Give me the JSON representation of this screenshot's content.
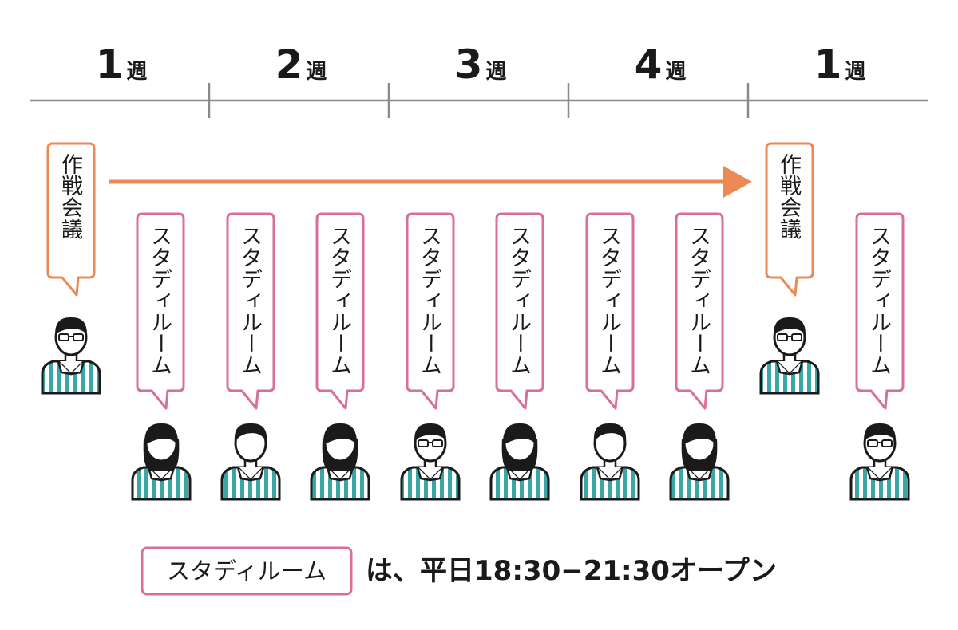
{
  "weeks": [
    {
      "num": "1",
      "unit": "週"
    },
    {
      "num": "2",
      "unit": "週"
    },
    {
      "num": "3",
      "unit": "週"
    },
    {
      "num": "4",
      "unit": "週"
    },
    {
      "num": "1",
      "unit": "週"
    }
  ],
  "meeting_label": "作戦会議",
  "study_label": "スタディルーム",
  "footer": {
    "label": "スタディルーム",
    "text": "は、平日18:30−21:30オープン"
  },
  "colors": {
    "meeting": "#eb8a56",
    "study": "#d96e9c",
    "stripe": "#3aa7a7",
    "line": "#8a8a8a"
  }
}
